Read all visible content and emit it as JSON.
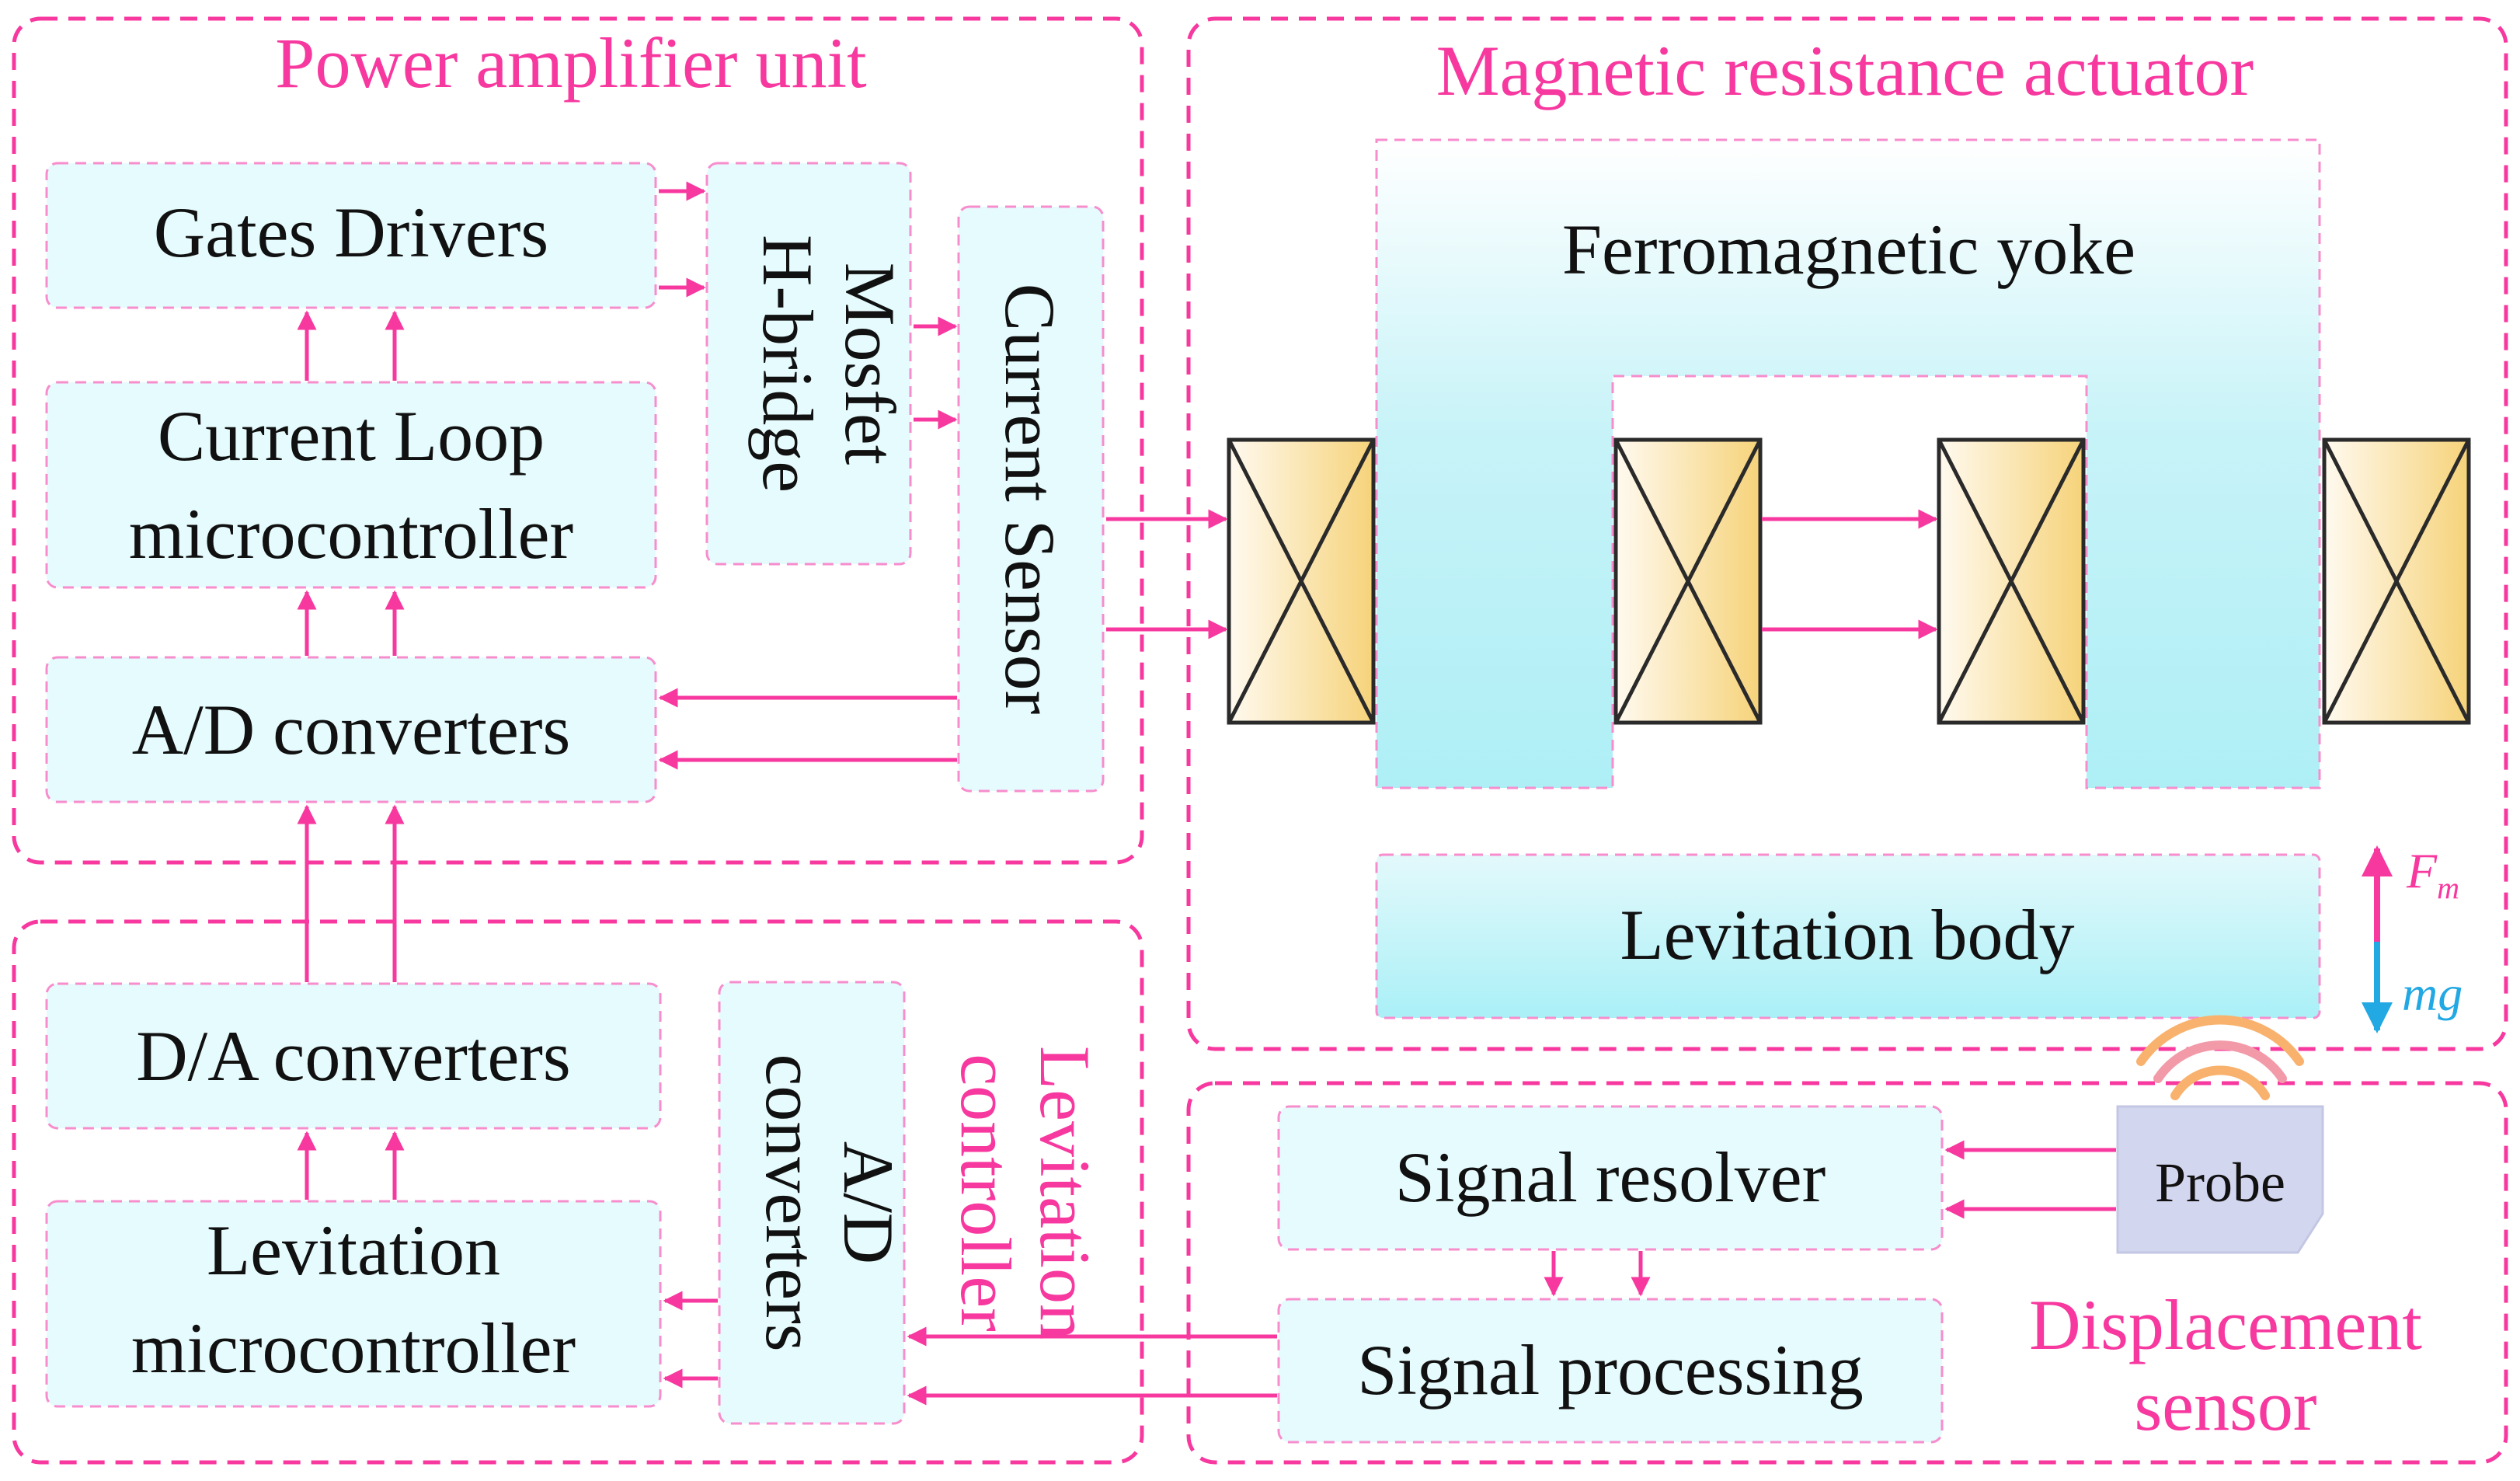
{
  "colors": {
    "accent": "#f7389f",
    "box_fill": "#e6fbfd",
    "box_border": "#f78dcd",
    "yoke": "#aef0f6",
    "coil_fill": "#f8d886",
    "probe_fill": "#d3d6ef",
    "mg_arrow": "#22a8e3"
  },
  "power_amplifier": {
    "title": "Power amplifier unit",
    "gates_drivers": "Gates Drivers",
    "mosfet_line1": "Mosfet",
    "mosfet_line2": "H-bridge",
    "current_sensor": "Current Sensor",
    "current_loop_line1": "Current Loop",
    "current_loop_line2": "microcontroller",
    "ad_converters": "A/D converters"
  },
  "levitation_controller": {
    "title_line1": "Levitation",
    "title_line2": "controller",
    "da_converters": "D/A converters",
    "levitation_mcu_line1": "Levitation",
    "levitation_mcu_line2": "microcontroller",
    "ad_line1": "A/D",
    "ad_line2": "converters"
  },
  "actuator": {
    "title": "Magnetic resistance actuator",
    "yoke": "Ferromagnetic yoke",
    "levitation_body": "Levitation body",
    "force_up": "F",
    "force_up_sub": "m",
    "force_down": "mg"
  },
  "displacement_sensor": {
    "title_line1": "Displacement",
    "title_line2": "sensor",
    "signal_resolver": "Signal resolver",
    "signal_processing": "Signal processing",
    "probe": "Probe"
  }
}
